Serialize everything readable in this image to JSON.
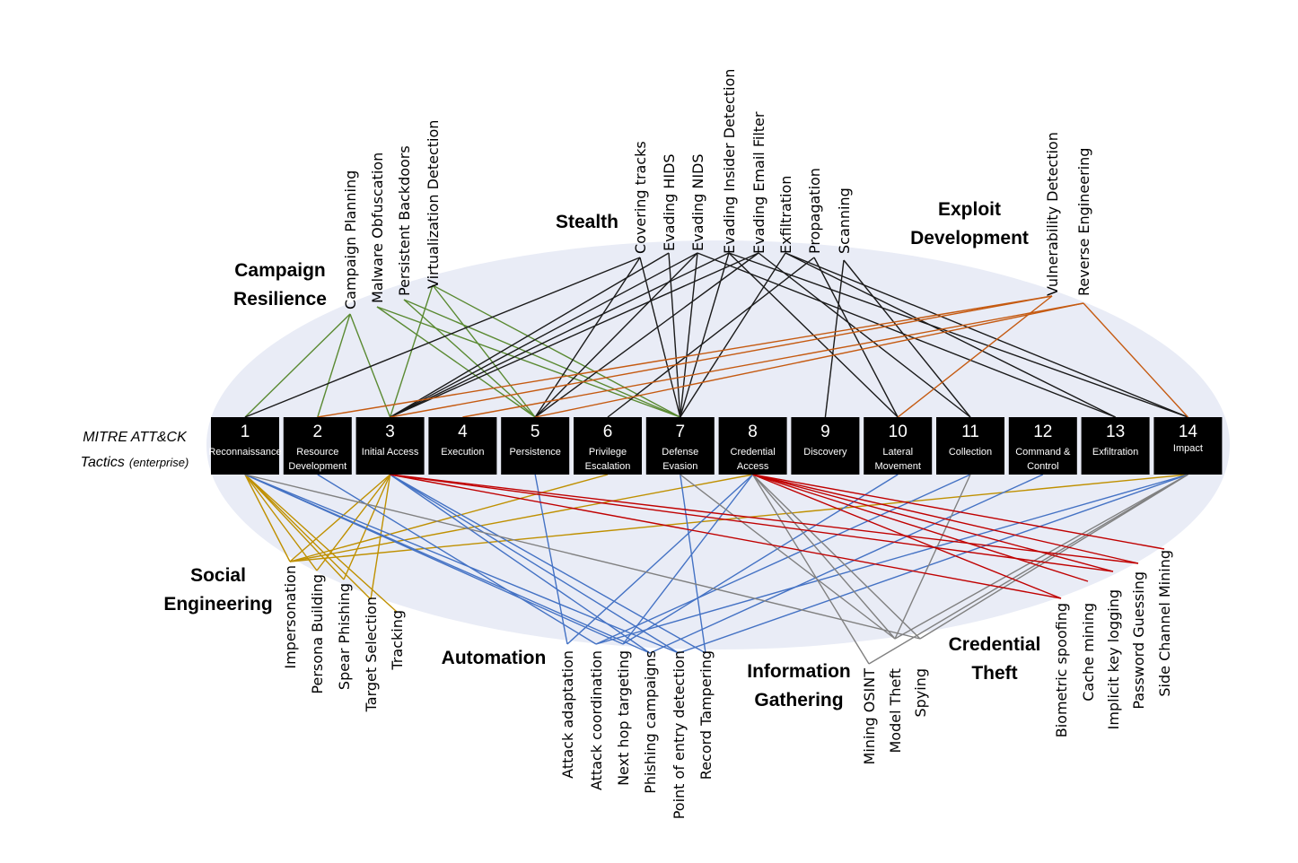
{
  "side_label": {
    "line1": "MITRE ATT&CK",
    "line2": "Tactics",
    "line3": "(enterprise)"
  },
  "tactics": [
    {
      "num": "1",
      "lines": [
        "Reconnaissance"
      ]
    },
    {
      "num": "2",
      "lines": [
        "Resource",
        "Development"
      ]
    },
    {
      "num": "3",
      "lines": [
        "Initial Access"
      ]
    },
    {
      "num": "4",
      "lines": [
        "Execution"
      ]
    },
    {
      "num": "5",
      "lines": [
        "Persistence"
      ]
    },
    {
      "num": "6",
      "lines": [
        "Privilege",
        "Escalation"
      ]
    },
    {
      "num": "7",
      "lines": [
        "Defense",
        "Evasion"
      ]
    },
    {
      "num": "8",
      "lines": [
        "Credential",
        "Access"
      ]
    },
    {
      "num": "9",
      "lines": [
        "Discovery"
      ]
    },
    {
      "num": "10",
      "lines": [
        "Lateral",
        "Movement"
      ]
    },
    {
      "num": "11",
      "lines": [
        "Collection"
      ]
    },
    {
      "num": "12",
      "lines": [
        "Command &",
        "Control"
      ]
    },
    {
      "num": "13",
      "lines": [
        "Exfiltration"
      ]
    },
    {
      "num": "14",
      "lines": [
        "Impact"
      ]
    }
  ],
  "groups": [
    {
      "id": "campaign",
      "lines": [
        "Campaign",
        "Resilience"
      ],
      "color": "#5a8a32",
      "side": "top",
      "techniques": [
        "Campaign Planning",
        "Malware Obfuscation",
        "Persistent Backdoors",
        "Virtualization Detection"
      ]
    },
    {
      "id": "stealth",
      "lines": [
        "Stealth"
      ],
      "color": "#1a1a1a",
      "side": "top",
      "techniques": [
        "Covering tracks",
        "Evading HIDS",
        "Evading NIDS",
        "Evading Insider Detection",
        "Evading Email Filter",
        "Exfiltration",
        "Propagation",
        "Scanning"
      ]
    },
    {
      "id": "exploit",
      "lines": [
        "Exploit",
        "Development"
      ],
      "color": "#c55a11",
      "side": "top",
      "techniques": [
        "Vulnerability Detection",
        "Reverse Engineering"
      ]
    },
    {
      "id": "social",
      "lines": [
        "Social",
        "Engineering"
      ],
      "color": "#bf9000",
      "side": "bottom",
      "techniques": [
        "Impersonation",
        "Persona Building",
        "Spear Phishing",
        "Target Selection",
        "Tracking"
      ]
    },
    {
      "id": "automation",
      "lines": [
        "Automation"
      ],
      "color": "#4472c4",
      "side": "bottom",
      "techniques": [
        "Attack adaptation",
        "Attack coordination",
        "Next hop targeting",
        "Phishing campaigns",
        "Point of entry detection",
        "Record Tampering"
      ]
    },
    {
      "id": "infogath",
      "lines": [
        "Information",
        "Gathering"
      ],
      "color": "#808080",
      "side": "bottom",
      "techniques": [
        "Mining OSINT",
        "Model Theft",
        "Spying"
      ]
    },
    {
      "id": "credtheft",
      "lines": [
        "Credential",
        "Theft"
      ],
      "color": "#c00000",
      "side": "bottom",
      "techniques": [
        "Biometric spoofing",
        "Cache mining",
        "Implicit key logging",
        "Password Guessing",
        "Side Channel Mining"
      ]
    }
  ]
}
